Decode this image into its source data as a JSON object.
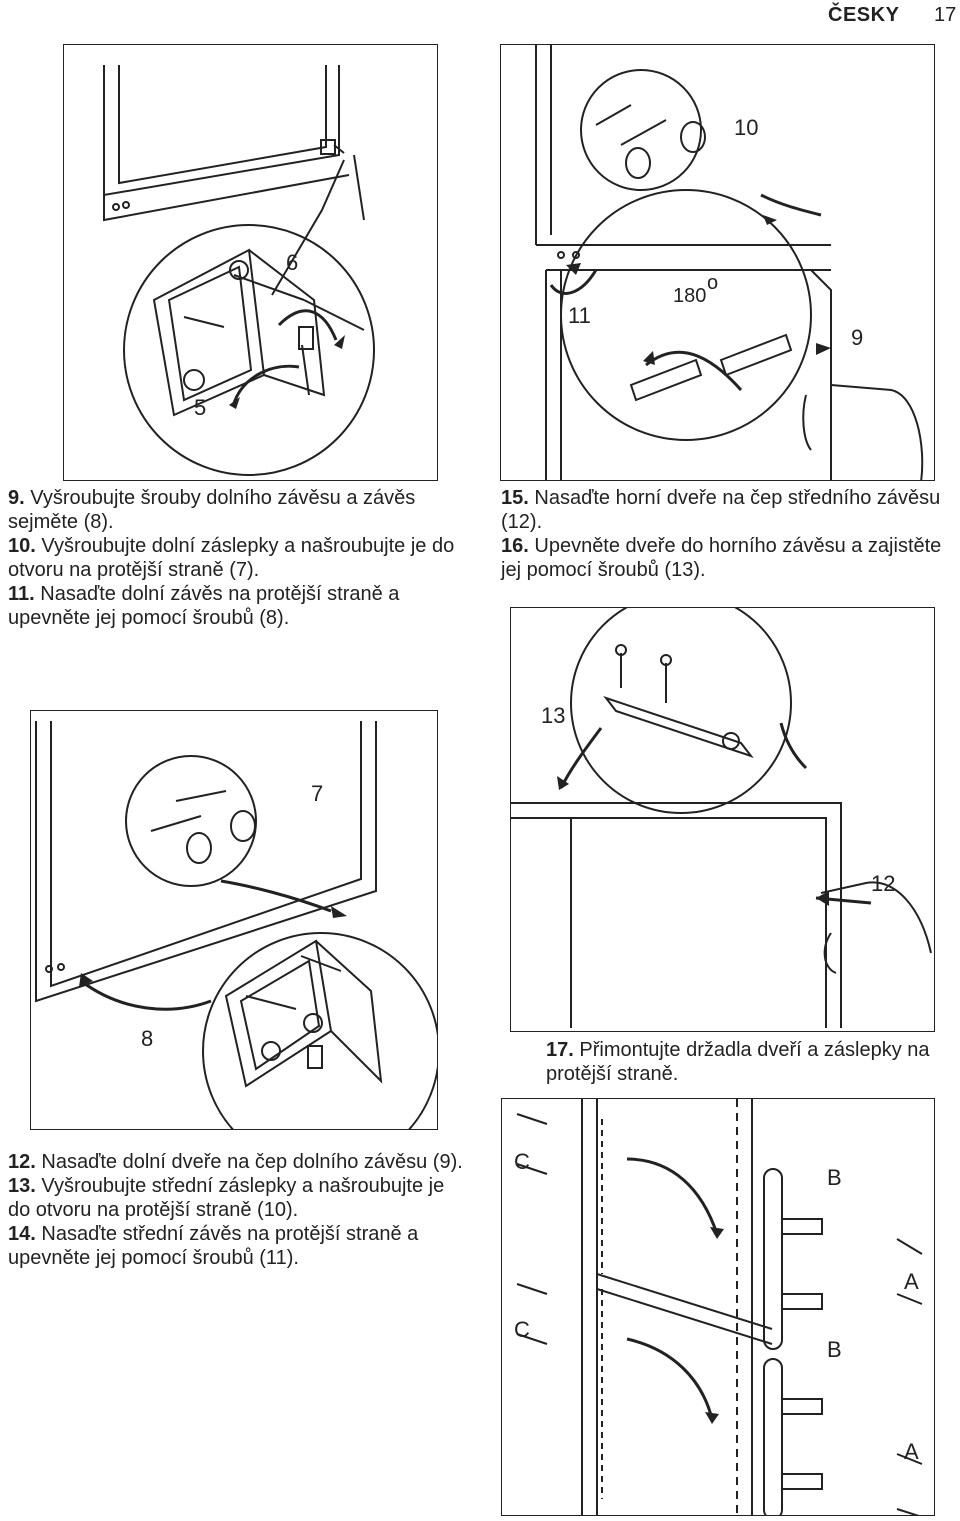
{
  "header": {
    "language": "ČESKY",
    "page_number": "17"
  },
  "steps_left_top": [
    {
      "num": "9.",
      "text": "Vyšroubujte šrouby dolního závěsu a závěs sejměte (8)."
    },
    {
      "num": "10.",
      "text": "Vyšroubujte dolní záslepky a našroubujte je do otvoru na protější straně (7)."
    },
    {
      "num": "11.",
      "text": "Nasaďte dolní závěs na protější straně a upevněte jej pomocí šroubů (8)."
    }
  ],
  "steps_right_top": [
    {
      "num": "15.",
      "text": "Nasaďte horní dveře na čep středního závěsu (12)."
    },
    {
      "num": "16.",
      "text": "Upevněte dveře do horního závěsu a zajistěte jej pomocí šroubů (13)."
    }
  ],
  "steps_right_mid": [
    {
      "num": "17.",
      "text": "Přimontujte držadla dveří a záslepky na protější straně."
    }
  ],
  "steps_left_bottom": [
    {
      "num": "12.",
      "text": "Nasaďte dolní dveře na čep dolního závěsu (9)."
    },
    {
      "num": "13.",
      "text": "Vyšroubujte střední záslepky a našroubujte je do otvoru na protější straně (10)."
    },
    {
      "num": "14.",
      "text": "Nasaďte střední závěs na protější straně a upevněte jej pomocí šroubů (11)."
    }
  ],
  "figures": {
    "fig1": {
      "label_a": "6",
      "label_b": "5"
    },
    "fig2": {
      "label_a": "10",
      "label_b": "11",
      "label_c": "9",
      "angle": "180",
      "degree": "o"
    },
    "fig3": {
      "label_a": "7",
      "label_b": "8"
    },
    "fig4": {
      "label_a": "13",
      "label_b": "12"
    },
    "fig5": {
      "label_c1": "C",
      "label_c2": "C",
      "label_b1": "B",
      "label_b2": "B",
      "label_a1": "A",
      "label_a2": "A"
    }
  }
}
